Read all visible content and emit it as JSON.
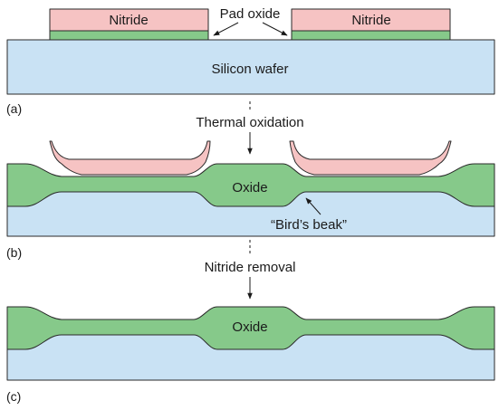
{
  "labels": {
    "nitride": "Nitride",
    "pad_oxide": "Pad oxide",
    "silicon_wafer": "Silicon wafer",
    "thermal_oxidation": "Thermal oxidation",
    "oxide": "Oxide",
    "birds_beak": "“Bird’s beak”",
    "nitride_removal": "Nitride removal"
  },
  "panels": [
    "(a)",
    "(b)",
    "(c)"
  ],
  "colors": {
    "silicon": "#c9e2f4",
    "oxide": "#86c98a",
    "nitride": "#f6c3c3",
    "outline": "#2a2a2a",
    "text": "#1a1a1a"
  }
}
